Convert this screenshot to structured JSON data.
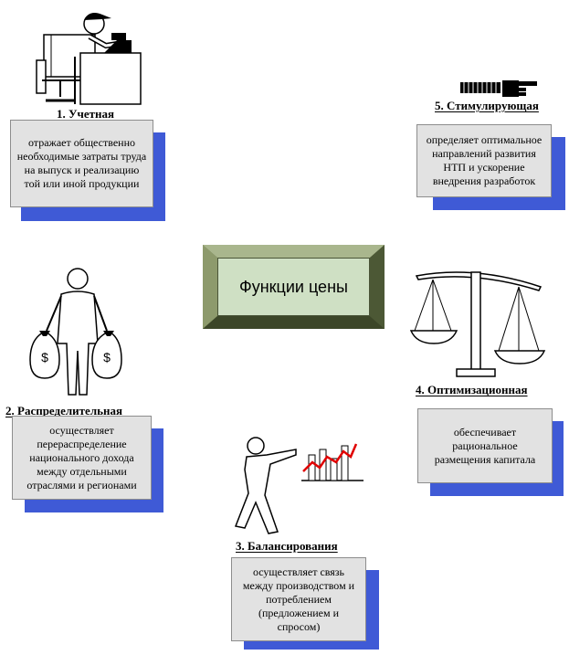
{
  "center": {
    "label": "Функции цены"
  },
  "functions": [
    {
      "title": "1. Учетная",
      "text": "отражает общественно необходимые затраты труда на выпуск и реализацию той или иной продукции",
      "icon": "office-worker-icon"
    },
    {
      "title": "2. Распределительная",
      "text": "осуществляет перераспределение национального дохода между отдельными отраслями и регионами",
      "icon": "money-bags-person-icon"
    },
    {
      "title": "3. Балансирования",
      "text": "осуществляет связь между производством и потреблением (предложением и спросом)",
      "icon": "person-with-chart-icon"
    },
    {
      "title": "4. Оптимизационная",
      "text": "обеспечивает рациональное размещения капитала",
      "icon": "balance-scale-icon"
    },
    {
      "title": "5. Стимулирующая",
      "text": "определяет оптимальное направлений развития НТП и ускорение внедрения разработок",
      "icon": "pointing-hand-icon"
    }
  ],
  "colors": {
    "box_fill": "#e2e2e2",
    "shadow": "#3f5ad6",
    "center_frame": "#6d7d4f",
    "center_fill": "#cfe0c4"
  }
}
